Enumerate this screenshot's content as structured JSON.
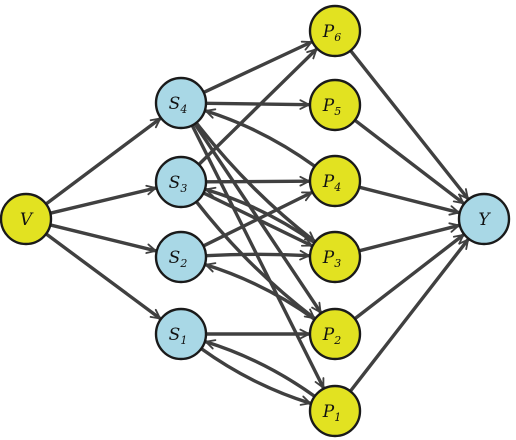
{
  "colors": {
    "blue": "#a9d8e6",
    "yellow": "#e2e221",
    "edge": "#404040"
  },
  "nodes": [
    {
      "id": "V",
      "label": "V",
      "sub": "",
      "color": "yellow"
    },
    {
      "id": "S4",
      "label": "S",
      "sub": "4",
      "color": "blue"
    },
    {
      "id": "S3",
      "label": "S",
      "sub": "3",
      "color": "blue"
    },
    {
      "id": "S2",
      "label": "S",
      "sub": "2",
      "color": "blue"
    },
    {
      "id": "S1",
      "label": "S",
      "sub": "1",
      "color": "blue"
    },
    {
      "id": "P6",
      "label": "P",
      "sub": "6",
      "color": "yellow"
    },
    {
      "id": "P5",
      "label": "P",
      "sub": "5",
      "color": "yellow"
    },
    {
      "id": "P4",
      "label": "P",
      "sub": "4",
      "color": "yellow"
    },
    {
      "id": "P3",
      "label": "P",
      "sub": "3",
      "color": "yellow"
    },
    {
      "id": "P2",
      "label": "P",
      "sub": "2",
      "color": "yellow"
    },
    {
      "id": "P1",
      "label": "P",
      "sub": "1",
      "color": "yellow"
    },
    {
      "id": "Y",
      "label": "Y",
      "sub": "",
      "color": "blue"
    }
  ],
  "edges": [
    [
      "V",
      "S4"
    ],
    [
      "V",
      "S3"
    ],
    [
      "V",
      "S2"
    ],
    [
      "V",
      "S1"
    ],
    [
      "S4",
      "P6"
    ],
    [
      "S4",
      "P5"
    ],
    [
      "S4",
      "P3"
    ],
    [
      "S4",
      "P2"
    ],
    [
      "S4",
      "P1"
    ],
    [
      "S3",
      "P6"
    ],
    [
      "S3",
      "P4"
    ],
    [
      "S3",
      "P3"
    ],
    [
      "S3",
      "P2"
    ],
    [
      "S2",
      "P4"
    ],
    [
      "S2",
      "P3"
    ],
    [
      "S1",
      "P2"
    ],
    [
      "S1",
      "P1"
    ],
    [
      "P4",
      "S4"
    ],
    [
      "P3",
      "S3"
    ],
    [
      "P2",
      "S2"
    ],
    [
      "P1",
      "S1"
    ],
    [
      "P6",
      "Y"
    ],
    [
      "P5",
      "Y"
    ],
    [
      "P4",
      "Y"
    ],
    [
      "P3",
      "Y"
    ],
    [
      "P2",
      "Y"
    ],
    [
      "P1",
      "Y"
    ]
  ]
}
